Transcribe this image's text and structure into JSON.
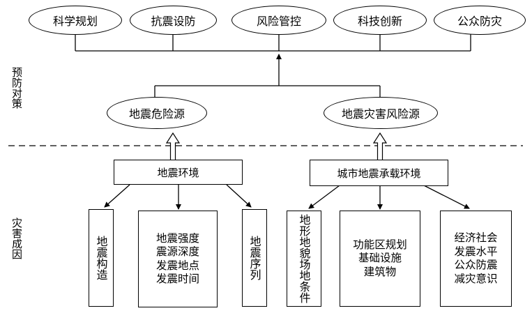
{
  "top_measures": [
    "科学规划",
    "抗震设防",
    "风险管控",
    "科技创新",
    "公众防灾"
  ],
  "side_labels": {
    "upper": "预防对策",
    "lower": "灾害成因"
  },
  "middle": {
    "left_oval": "地震危险源",
    "right_oval": "地震灾害风险源"
  },
  "environment": {
    "left": "地震环境",
    "right": "城市地震承载环境"
  },
  "causes": {
    "structure": "地震构造",
    "parameters": "地震强度\n震源深度\n发震地点\n发震时间",
    "sequence": "地震序列",
    "terrain": "地形地貌场地条件",
    "infrastructure": "功能区规划\n基础设施\n建筑物",
    "society": "经济社会\n发震水平\n公众防震\n减灾意识"
  }
}
